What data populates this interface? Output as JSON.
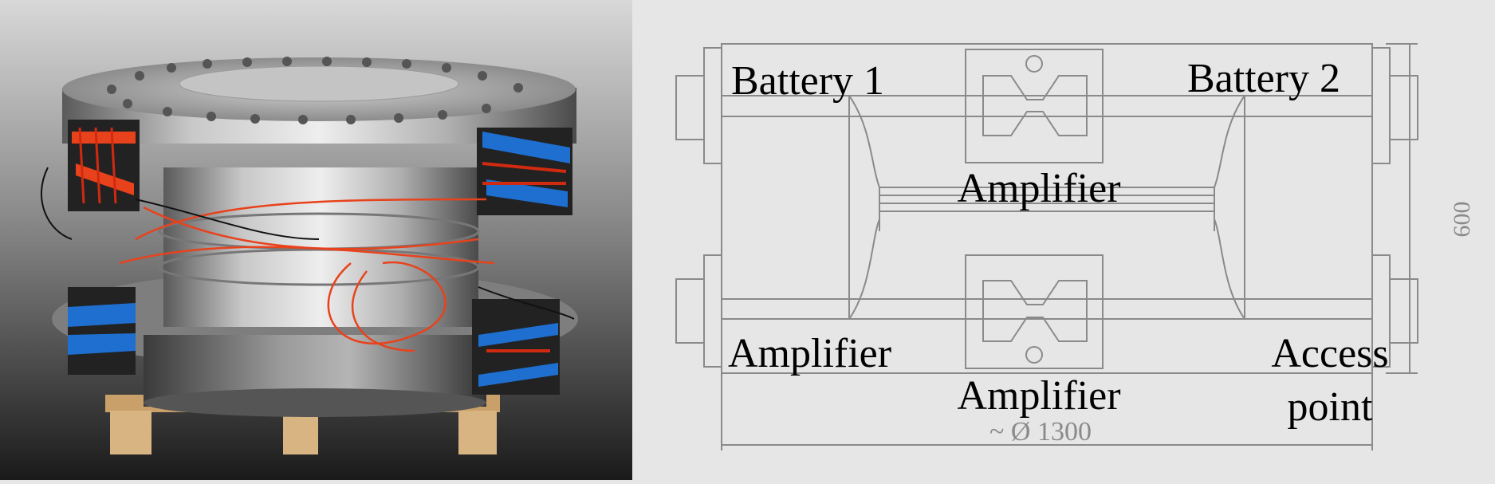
{
  "photo": {
    "description_icon": "flange-sensor-photo"
  },
  "drawing": {
    "labels": {
      "battery_1": "Battery 1",
      "battery_2": "Battery 2",
      "amplifier_top": "Amplifier",
      "amplifier_left": "Amplifier",
      "amplifier_bottom": "Amplifier",
      "access_point_line1": "Access",
      "access_point_line2": "point"
    },
    "dimensions": {
      "height": "600",
      "diameter": "~ Ø 1300"
    }
  },
  "colors": {
    "drawing_line": "#8a8a8a",
    "drawing_bg": "#e6e6e6",
    "label_text": "#000000",
    "dimension_text": "#8a8a8a"
  }
}
